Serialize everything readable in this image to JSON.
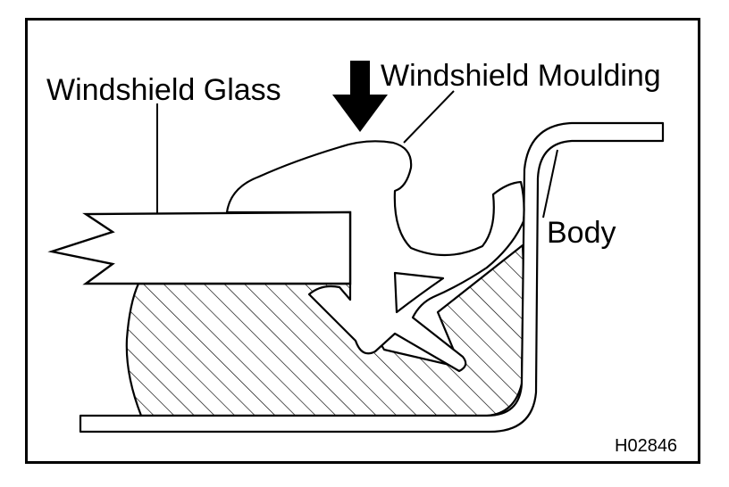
{
  "labels": {
    "glass": "Windshield Glass",
    "moulding": "Windshield Moulding",
    "body": "Body",
    "figure_code": "H02846"
  }
}
